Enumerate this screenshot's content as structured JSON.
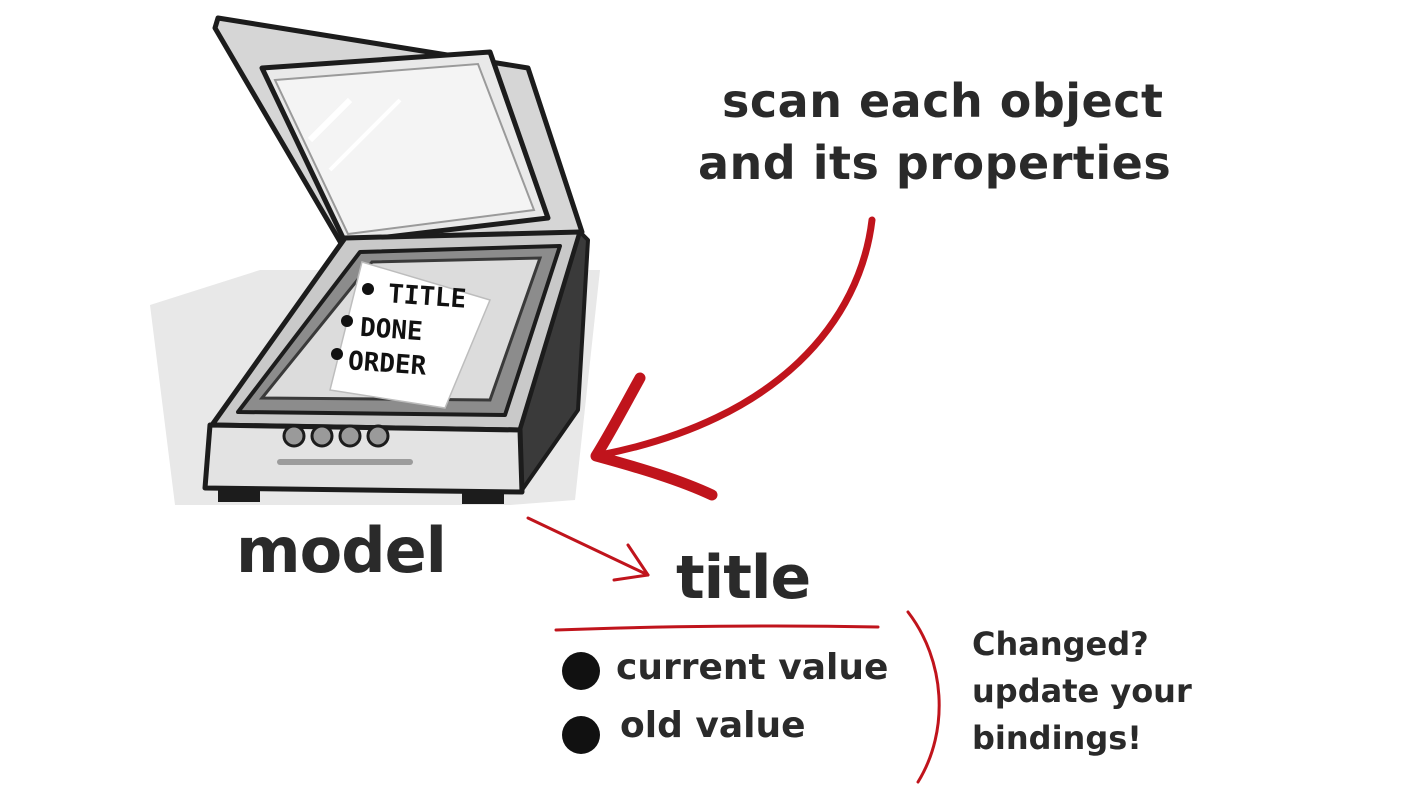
{
  "caption": {
    "line1": "scan each object",
    "line2": "and its properties"
  },
  "scanner": {
    "document_items": [
      "TITLE",
      "DONE",
      "ORDER"
    ]
  },
  "model_label": "model",
  "property": {
    "name": "title",
    "items": [
      "current value",
      "old value"
    ]
  },
  "changed_note": {
    "line1": "Changed?",
    "line2": "update your",
    "line3": "bindings!"
  },
  "colors": {
    "accent_red": "#c0141c",
    "text_dark": "#2a2a2a",
    "scanner_body": "#d8d8d8",
    "scanner_shadow": "#e6e6e6"
  }
}
